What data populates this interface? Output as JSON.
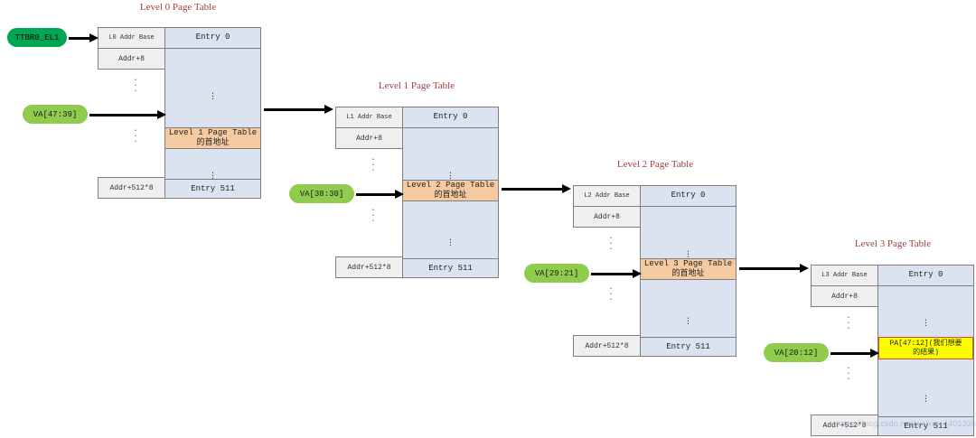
{
  "diagram": {
    "title_color": "#a04040",
    "entry_fill": "#dce3f0",
    "addr_fill": "#efefef",
    "highlight_fill": "#f6caa0",
    "result_fill": "#ffff00",
    "pill_root_fill": "#00a650",
    "pill_va_fill": "#8fcb4c",
    "watermark": "https://blog.csdn.net/weixin_44013364"
  },
  "pills": {
    "ttbr": "TTBR0_EL1",
    "va_l0": "VA[47:39]",
    "va_l1": "VA[38:30]",
    "va_l2": "VA[29:21]",
    "va_l3": "VA[20:12]"
  },
  "tables": [
    {
      "title": "Level 0 Page Table",
      "addr_base": "L0 Addr Base",
      "addr_plus8": "Addr+8",
      "addr_last": "Addr+512*8",
      "entry_first": "Entry 0",
      "entry_last": "Entry 511",
      "entry_highlight_line1": "Level 1 Page Table",
      "entry_highlight_line2": "的首地址"
    },
    {
      "title": "Level 1 Page Table",
      "addr_base": "L1 Addr Base",
      "addr_plus8": "Addr+8",
      "addr_last": "Addr+512*8",
      "entry_first": "Entry 0",
      "entry_last": "Entry 511",
      "entry_highlight_line1": "Level 2 Page Table",
      "entry_highlight_line2": "的首地址"
    },
    {
      "title": "Level 2 Page Table",
      "addr_base": "L2 Addr Base",
      "addr_plus8": "Addr+8",
      "addr_last": "Addr+512*8",
      "entry_first": "Entry 0",
      "entry_last": "Entry 511",
      "entry_highlight_line1": "Level 3 Page Table",
      "entry_highlight_line2": "的首地址"
    },
    {
      "title": "Level 3 Page Table",
      "addr_base": "L3 Addr Base",
      "addr_plus8": "Addr+8",
      "addr_last": "Addr+512*8",
      "entry_first": "Entry 0",
      "entry_last": "Entry 511",
      "entry_highlight_line1": "PA[47:12](我们想要",
      "entry_highlight_line2": "的结果)"
    }
  ],
  "ellipsis": {
    "dot": "."
  }
}
